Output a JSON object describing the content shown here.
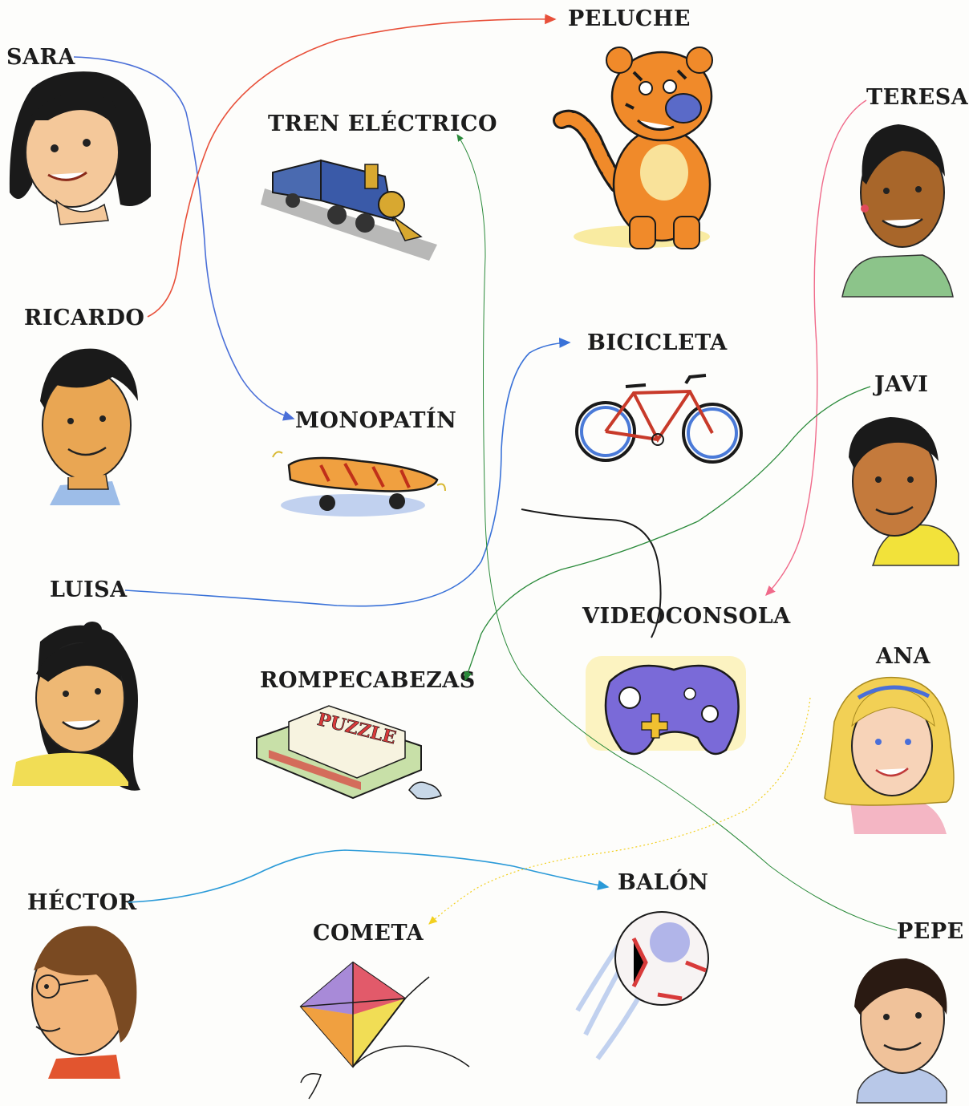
{
  "people": [
    {
      "id": "sara",
      "name": "SARA",
      "skin": "#f4c89a",
      "hair": "#1a1a1a",
      "shirt": "#f4c89a"
    },
    {
      "id": "ricardo",
      "name": "RICARDO",
      "skin": "#e9a653",
      "hair": "#1a1a1a",
      "shirt": "#9dbde8"
    },
    {
      "id": "luisa",
      "name": "LUISA",
      "skin": "#eeb874",
      "hair": "#1a1a1a",
      "shirt": "#f1dd55"
    },
    {
      "id": "hector",
      "name": "HÉCTOR",
      "skin": "#f2b57a",
      "hair": "#7a4a22",
      "shirt": "#e2552f"
    },
    {
      "id": "teresa",
      "name": "TERESA",
      "skin": "#a8662a",
      "hair": "#1a1a1a",
      "shirt": "#8cc48a"
    },
    {
      "id": "javi",
      "name": "JAVI",
      "skin": "#c47a3c",
      "hair": "#1a1a1a",
      "shirt": "#f2e23a"
    },
    {
      "id": "ana",
      "name": "ANA",
      "skin": "#f7d3b8",
      "hair": "#f2d055",
      "shirt": "#f4b6c4"
    },
    {
      "id": "pepe",
      "name": "PEPE",
      "skin": "#f0c29a",
      "hair": "#2a1a12",
      "shirt": "#b8c8e8"
    }
  ],
  "toys": [
    {
      "id": "peluche",
      "name": "PELUCHE"
    },
    {
      "id": "tren",
      "name": "TREN ELÉCTRICO"
    },
    {
      "id": "monopatin",
      "name": "MONOPATÍN"
    },
    {
      "id": "bicicleta",
      "name": "BICICLETA"
    },
    {
      "id": "videoconsola",
      "name": "VIDEOCONSOLA"
    },
    {
      "id": "rompecabezas",
      "name": "ROMPECABEZAS"
    },
    {
      "id": "cometa",
      "name": "COMETA"
    },
    {
      "id": "balon",
      "name": "BALÓN"
    }
  ],
  "puzzle_box_text": "PUZZLE",
  "links": [
    {
      "from": "SARA",
      "to": "MONOPATÍN",
      "color": "#4a6fd8"
    },
    {
      "from": "RICARDO",
      "to": "PELUCHE",
      "color": "#e8503a"
    },
    {
      "from": "LUISA",
      "to": "BICICLETA",
      "color": "#3a72d8"
    },
    {
      "from": "HÉCTOR",
      "to": "BALÓN",
      "color": "#2a9ad8"
    },
    {
      "from": "TERESA",
      "to": "VIDEOCONSOLA",
      "color": "#f06a8a"
    },
    {
      "from": "JAVI",
      "to": "ROMPECABEZAS",
      "color": "#2a8a3a"
    },
    {
      "from": "ANA",
      "to": "COMETA",
      "color": "#f2d020"
    },
    {
      "from": "PEPE",
      "to": "TREN ELÉCTRICO",
      "color": "#2a8a3a"
    }
  ]
}
